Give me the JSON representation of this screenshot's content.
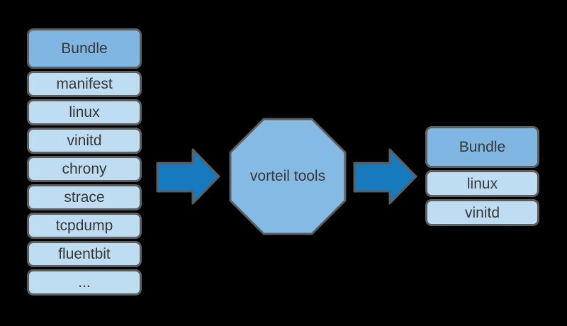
{
  "colors": {
    "background": "#000000",
    "header_fill": "#7fb6e2",
    "item_fill": "#bedcf2",
    "process_fill": "#85bae4",
    "arrow_fill": "#177abe",
    "border": "#5e5e5e",
    "text": "#383838"
  },
  "left_stack": {
    "header": "Bundle",
    "items": [
      "manifest",
      "linux",
      "vinitd",
      "chrony",
      "strace",
      "tcpdump",
      "fluentbit",
      "..."
    ]
  },
  "process": {
    "label": "vorteil tools"
  },
  "right_stack": {
    "header": "Bundle",
    "items": [
      "linux",
      "vinitd"
    ]
  }
}
